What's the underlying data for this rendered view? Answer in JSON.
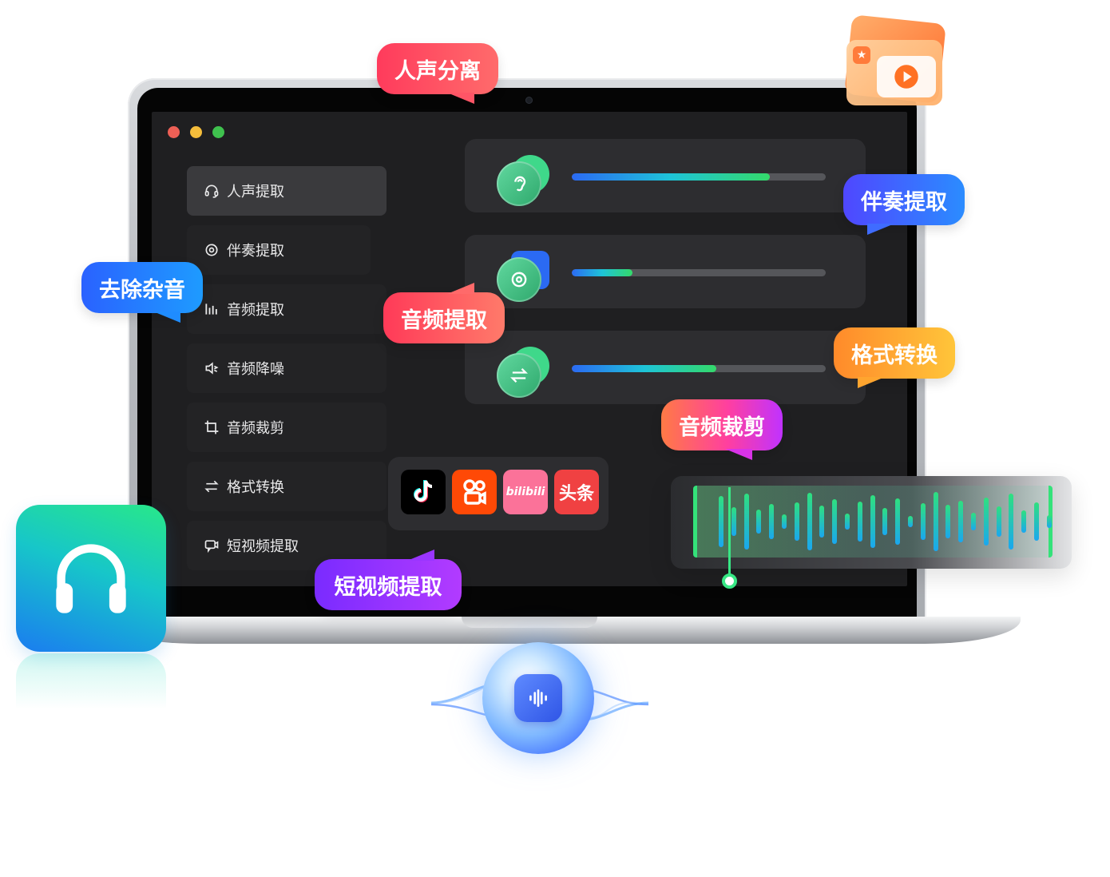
{
  "sidebar": {
    "items": [
      {
        "label": "人声提取",
        "icon": "headset-icon",
        "active": true
      },
      {
        "label": "伴奏提取",
        "icon": "music-disc-icon"
      },
      {
        "label": "音频提取",
        "icon": "audio-bars-icon"
      },
      {
        "label": "音频降噪",
        "icon": "speaker-icon"
      },
      {
        "label": "音频裁剪",
        "icon": "crop-icon"
      },
      {
        "label": "格式转换",
        "icon": "swap-arrows-icon"
      },
      {
        "label": "短视频提取",
        "icon": "video-chat-icon"
      }
    ]
  },
  "tasks": [
    {
      "icon": "ear-icon",
      "progress": 0.78,
      "accent": "#3fd88a"
    },
    {
      "icon": "music-disc-icon",
      "progress": 0.24,
      "accent": "#2b6af3"
    },
    {
      "icon": "swap-arrows-icon",
      "progress": 0.57,
      "accent": "#3fd88a"
    }
  ],
  "platforms": [
    {
      "name": "tiktok-logo",
      "color": "#000000"
    },
    {
      "name": "kuaishou-logo",
      "color": "#ff4906"
    },
    {
      "name": "bilibili-logo",
      "color": "#fb7299",
      "text": "bilibili"
    },
    {
      "name": "toutiao-logo",
      "color": "#f04142",
      "text": "头条"
    }
  ],
  "bubbles": {
    "vocal_separation": "人声分离",
    "accompaniment": "伴奏提取",
    "denoise": "去除杂音",
    "audio_extract": "音频提取",
    "format_convert": "格式转换",
    "audio_trim": "音频裁剪",
    "short_video": "短视频提取"
  },
  "colors": {
    "screen_bg": "#1f1f21",
    "card_bg": "#2d2d30",
    "window_close": "#ed5f55",
    "window_min": "#f5bd3b",
    "window_max": "#3fc14e"
  }
}
